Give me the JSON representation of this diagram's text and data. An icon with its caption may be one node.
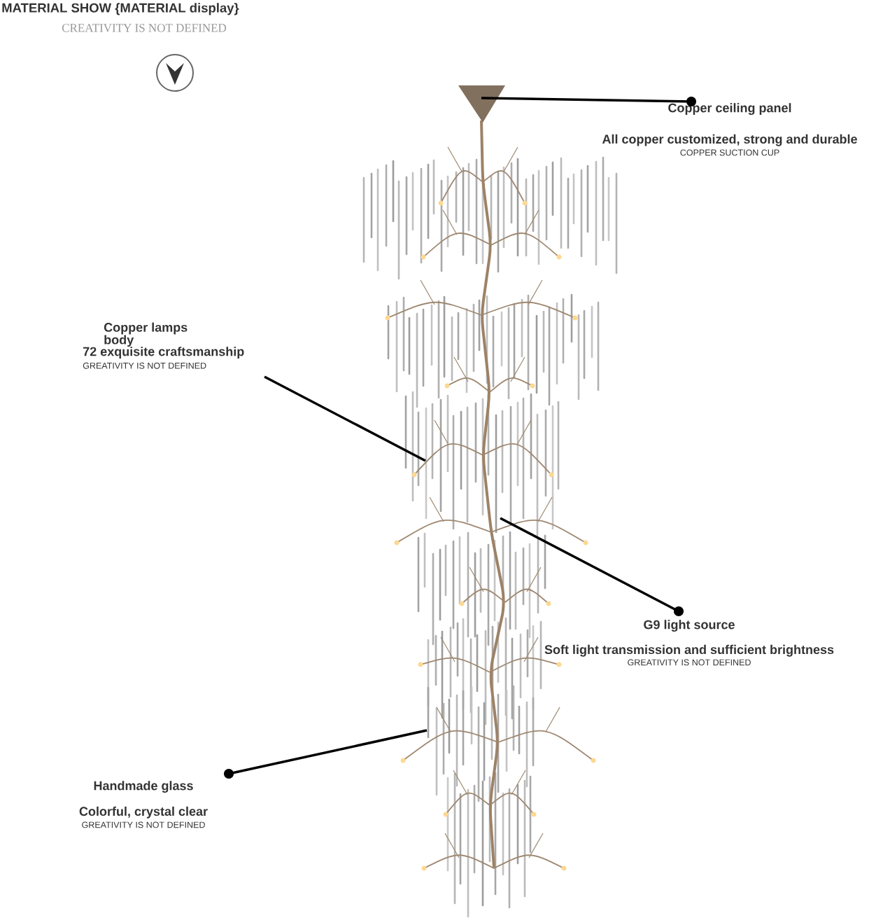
{
  "diagram": {
    "title": "MATERIAL SHOW {MATERIAL display}",
    "nodes": [
      {
        "text": [
          "Copper ceiling panel",
          "All copper customized, strong and durable",
          "COPPER SUCTION CUP"
        ]
      },
      {
        "text": [
          "Copper lamps body",
          "72 exquisite craftsmanship",
          "GREATIVITY IS NOT DEFINED"
        ]
      },
      {
        "text": [
          "G9 light source",
          "Soft light transmission and sufficient brightness",
          "GREATIVITY IS NOT DEFINED"
        ]
      },
      {
        "text": [
          "Handmade glass",
          "Colorful, crystal clear",
          "GREATIVITY IS NOT DEFINED"
        ]
      }
    ],
    "edges": [
      {
        "from": 0,
        "to": null,
        "arrow": "other"
      },
      {
        "from": 1,
        "to": null,
        "arrow": "none"
      },
      {
        "from": 2,
        "to": null,
        "arrow": "other"
      },
      {
        "from": 3,
        "to": null,
        "arrow": "other"
      }
    ],
    "labels": [
      "CREATIVITY IS NOT DEFINED"
    ]
  }
}
